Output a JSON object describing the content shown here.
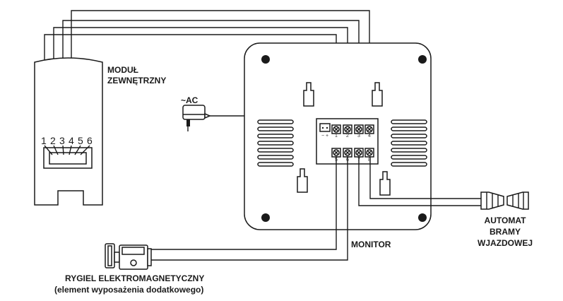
{
  "labels": {
    "outdoor_module": [
      "MODUŁ",
      "ZEWNĘTRZNY"
    ],
    "power": "~AC",
    "monitor": "MONITOR",
    "gate": [
      "AUTOMAT",
      "BRAMY",
      "WJAZDOWEJ"
    ],
    "lock": "RYGIEL ELEKTROMAGNETYCZNY",
    "lock_note": "(element wyposażenia dodatkowego)"
  },
  "module_pins": [
    "1",
    "2",
    "3",
    "4",
    "5",
    "6"
  ],
  "terminals": {
    "power": "− +",
    "top": [
      "1",
      "2",
      "3",
      "4"
    ],
    "bottom": [
      "5",
      "6",
      "7",
      "8"
    ]
  }
}
